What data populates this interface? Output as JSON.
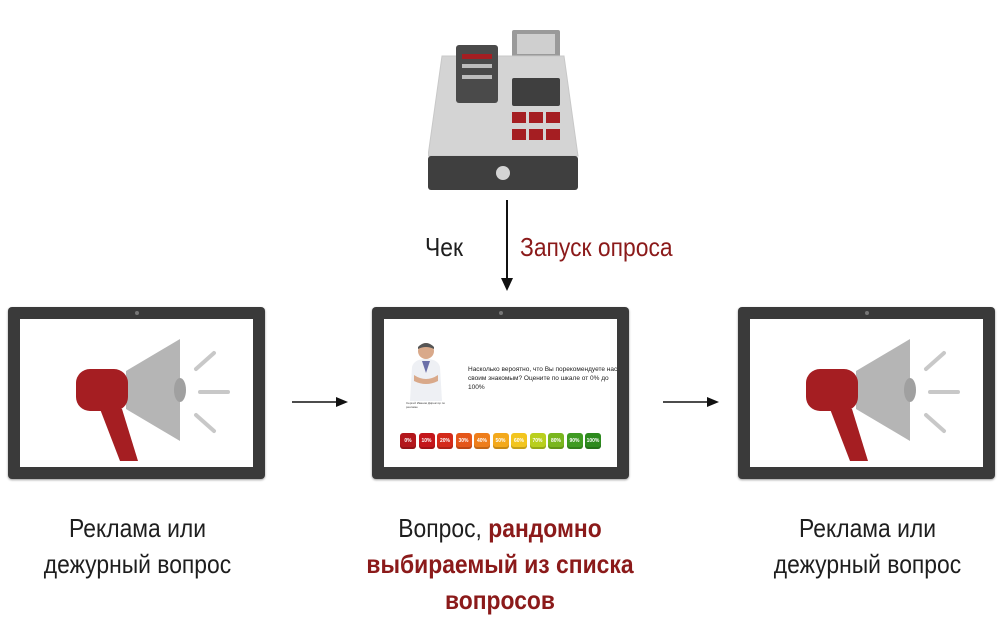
{
  "labels": {
    "check": "Чек",
    "launch": "Запуск опроса",
    "left_line1": "Реклама или",
    "left_line2": "дежурный вопрос",
    "right_line1": "Реклама или",
    "right_line2": "дежурный вопрос",
    "center_plain": "Вопрос, ",
    "center_accent1": "рандомно",
    "center_accent2": "выбираемый из списка",
    "center_accent3": "вопросов"
  },
  "survey": {
    "question": "Насколько вероятно, что Вы порекомендуете нас своим знакомым? Оцените по шкале от 0% до 100%",
    "person_caption": "Сергей Иванов Директор по рекламе",
    "scale": [
      {
        "label": "0%",
        "color": "#b3161b"
      },
      {
        "label": "10%",
        "color": "#c4161b"
      },
      {
        "label": "20%",
        "color": "#d42a1a"
      },
      {
        "label": "30%",
        "color": "#e4561a"
      },
      {
        "label": "40%",
        "color": "#ee7d1a"
      },
      {
        "label": "50%",
        "color": "#f3a91c"
      },
      {
        "label": "60%",
        "color": "#f2c51e"
      },
      {
        "label": "70%",
        "color": "#b9cf1e"
      },
      {
        "label": "80%",
        "color": "#79b61e"
      },
      {
        "label": "90%",
        "color": "#3f9b22"
      },
      {
        "label": "100%",
        "color": "#2d8a1e"
      }
    ]
  },
  "colors": {
    "accent": "#8b1a1a",
    "megaphone_red": "#a51e22",
    "megaphone_gray": "#b5b5b5",
    "device_dark": "#3a3a3a"
  },
  "icons": {
    "register": "cash-register-icon",
    "megaphone": "megaphone-icon"
  }
}
